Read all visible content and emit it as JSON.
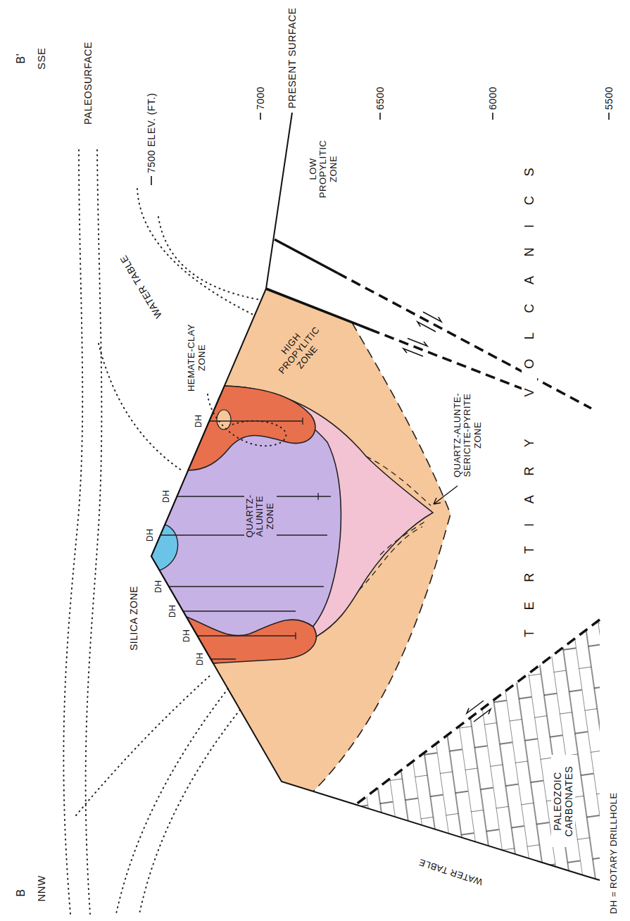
{
  "diagram": {
    "labels": [
      "B",
      "NNW",
      "B'",
      "SSE",
      "PALEOSURFACE",
      "7500 ELEV. (FT.)",
      "7000",
      "PRESENT SURFACE",
      "6500",
      "6000",
      "5500",
      "WATER TABLE",
      "HEMATE-CLAY ZONE",
      "SILICA ZONE",
      "DH",
      "DH",
      "DH",
      "DH",
      "DH",
      "DH",
      "DH",
      "QUARTZ-ALUNITE ZONE",
      "HIGH PROPYLITIC ZONE",
      "LOW PROPYLITIC ZONE",
      "QUARTZ-ALUNTE-SERICITE-PYRITE ZONE",
      "TERTIARY VOLCANICS",
      "WATER TABLE",
      "PALEOZOIC CARBONATES",
      "DH = ROTARY DRILLHOLE"
    ]
  }
}
